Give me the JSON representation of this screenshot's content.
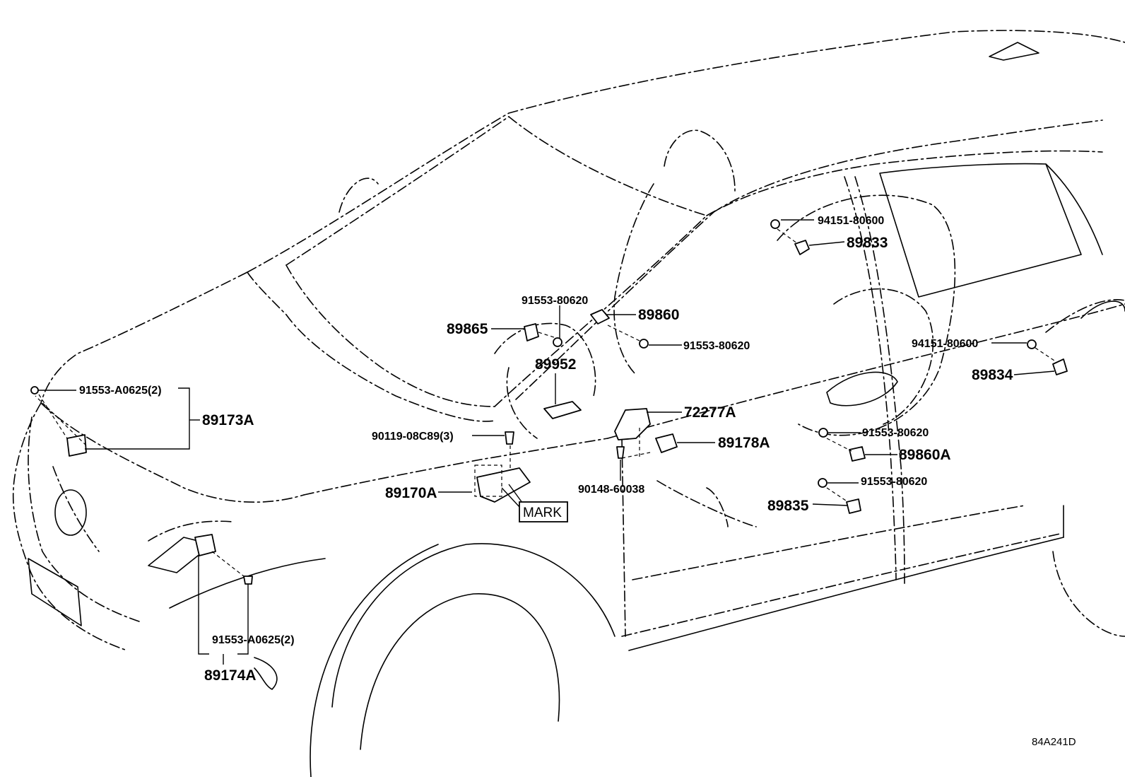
{
  "diagram_code": "84A241D",
  "mark_label": "MARK",
  "callouts": {
    "p94151_80600_top": "94151-80600",
    "p89833": "89833",
    "p91553_80620_a": "91553-80620",
    "p89860": "89860",
    "p89865": "89865",
    "p91553_80620_b": "91553-80620",
    "p89952": "89952",
    "p94151_80600_right": "94151-80600",
    "p89834": "89834",
    "p91553_A0625_top": "91553-A0625(2)",
    "p89173A": "89173A",
    "p72277A": "72277A",
    "p90119": "90119-08C89(3)",
    "p89178A": "89178A",
    "p91553_80620_c": "91553-80620",
    "p89860A": "89860A",
    "p89170A": "89170A",
    "p90148": "90148-60038",
    "p91553_80620_d": "91553-80620",
    "p89835": "89835",
    "p91553_A0625_bottom": "91553-A0625(2)",
    "p89174A": "89174A"
  }
}
